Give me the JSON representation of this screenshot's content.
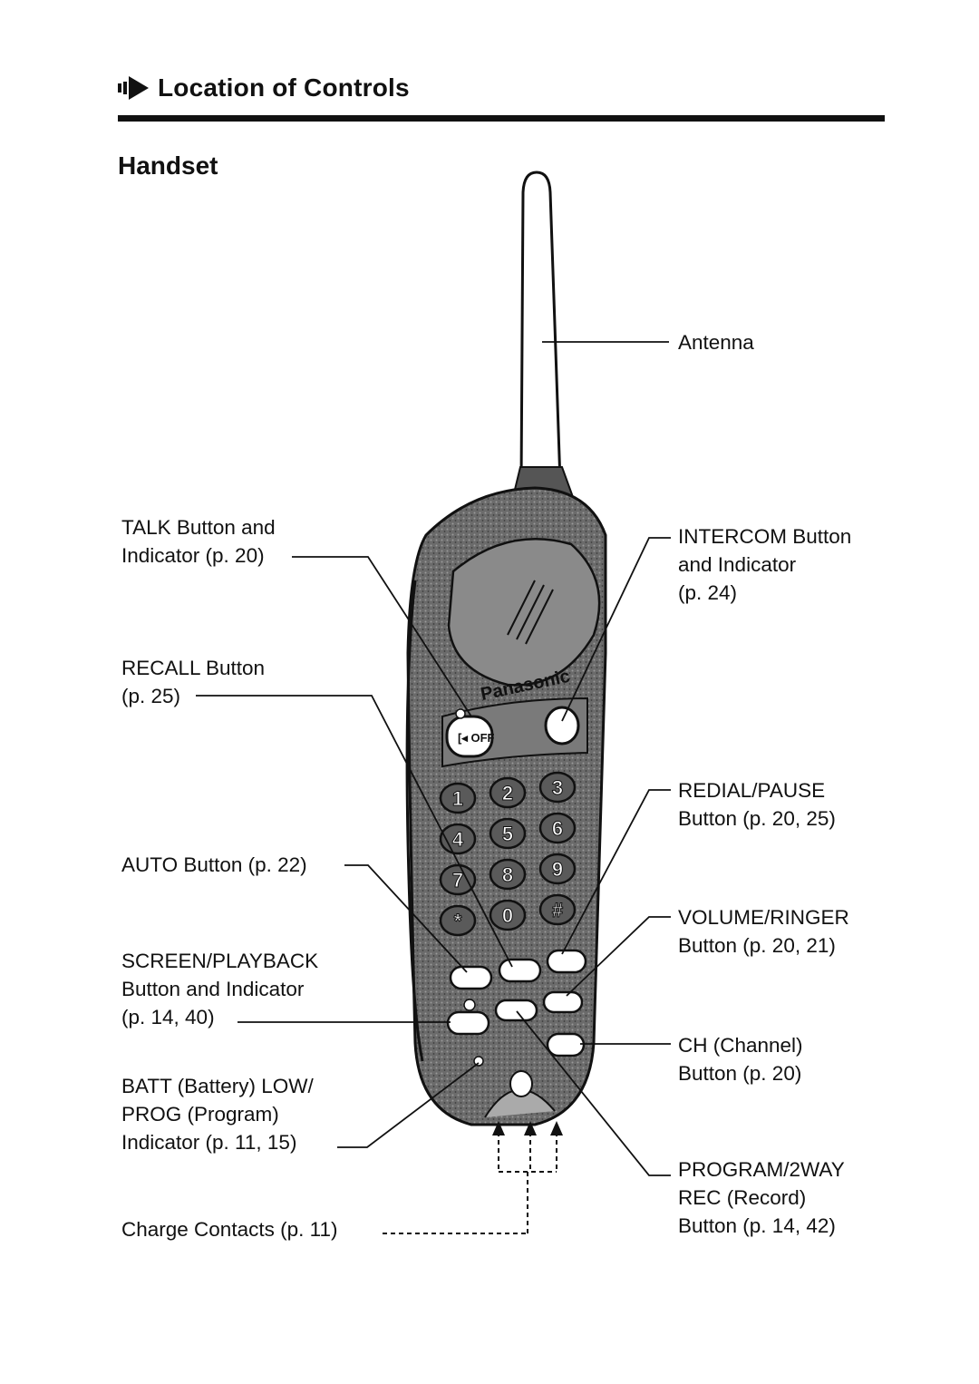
{
  "section_title": "Location of Controls",
  "subsection_title": "Handset",
  "phone": {
    "brand": "Panasonic",
    "keypad_keys": [
      "1",
      "2",
      "3",
      "4",
      "5",
      "6",
      "7",
      "8",
      "9",
      "*",
      "0",
      "#"
    ]
  },
  "callouts": {
    "antenna": [
      "Antenna"
    ],
    "talk": [
      "TALK Button and",
      "Indicator (p. 20)"
    ],
    "recall": [
      "RECALL Button",
      "(p. 25)"
    ],
    "auto": [
      "AUTO Button (p. 22)"
    ],
    "screen": [
      "SCREEN/PLAYBACK",
      "Button and Indicator",
      "(p. 14, 40)"
    ],
    "batt": [
      "BATT (Battery) LOW/",
      "PROG (Program)",
      "Indicator (p. 11, 15)"
    ],
    "charge": [
      "Charge Contacts (p. 11)"
    ],
    "intercom": [
      "INTERCOM Button",
      "and Indicator",
      "(p. 24)"
    ],
    "redial": [
      "REDIAL/PAUSE",
      "Button (p. 20, 25)"
    ],
    "volume": [
      "VOLUME/RINGER",
      "Button (p. 20, 21)"
    ],
    "ch": [
      "CH (Channel)",
      "Button (p. 20)"
    ],
    "program": [
      "PROGRAM/2WAY",
      "REC (Record)",
      "Button (p. 14, 42)"
    ]
  }
}
